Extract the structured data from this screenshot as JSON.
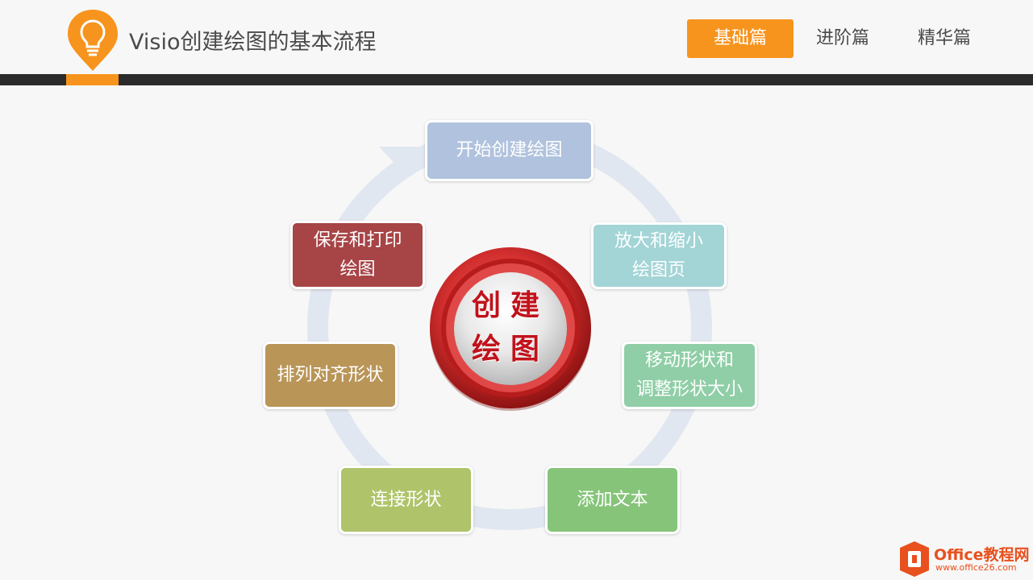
{
  "header": {
    "title": "Visio创建绘图的基本流程",
    "tabs": [
      {
        "label": "基础篇",
        "active": true
      },
      {
        "label": "进阶篇",
        "active": false
      },
      {
        "label": "精华篇",
        "active": false
      }
    ]
  },
  "diagram": {
    "center_text": "创建\n绘图",
    "steps": [
      {
        "label": "开始创建绘图",
        "color": "#b0c2dd"
      },
      {
        "label": "放大和缩小\n绘图页",
        "color": "#a3d4d6"
      },
      {
        "label": "移动形状和\n调整形状大小",
        "color": "#8fcea6"
      },
      {
        "label": "添加文本",
        "color": "#86c47a"
      },
      {
        "label": "连接形状",
        "color": "#afc46a"
      },
      {
        "label": "排列对齐形状",
        "color": "#b99558"
      },
      {
        "label": "保存和打印\n绘图",
        "color": "#a74446"
      }
    ]
  },
  "watermark": {
    "name": "Office教程网",
    "url": "www.office26.com"
  },
  "colors": {
    "accent": "#f7941d",
    "header_bar": "#2b2b2b",
    "ring": "#e1e7f0",
    "center": "#c1121b"
  }
}
